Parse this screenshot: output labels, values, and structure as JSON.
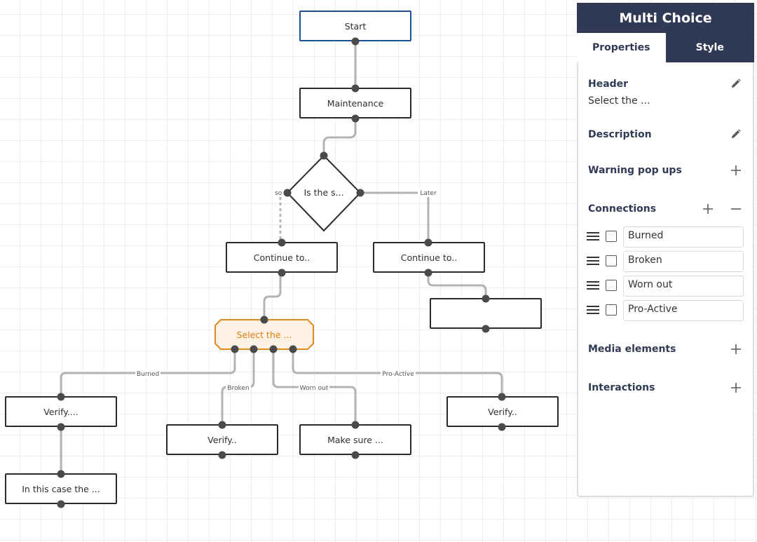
{
  "diagram": {
    "nodes": {
      "start": "Start",
      "maintenance": "Maintenance",
      "decision": "Is the s...",
      "continue_left": "Continue to..",
      "continue_right": "Continue to..",
      "empty_box": "",
      "select": "Select the ...",
      "verify_burned": "Verify....",
      "verify_broken": "Verify..",
      "make_sure": "Make sure ...",
      "verify_proactive": "Verify..",
      "in_this_case": "In this case the ..."
    },
    "edge_labels": {
      "so": "so",
      "later": "Later",
      "burned": "Burned",
      "broken": "Broken",
      "worn_out": "Worn out",
      "pro_active": "Pro-Active"
    }
  },
  "panel": {
    "title": "Multi Choice",
    "tabs": {
      "properties": "Properties",
      "style": "Style"
    },
    "header_label": "Header",
    "header_value": "Select the ...",
    "description_label": "Description",
    "warning_label": "Warning pop ups",
    "connections_label": "Connections",
    "connections": [
      "Burned",
      "Broken",
      "Worn out",
      "Pro-Active"
    ],
    "media_label": "Media elements",
    "interactions_label": "Interactions"
  },
  "colors": {
    "panel_header": "#303a55",
    "selected_node": "#e08a1e",
    "start_border": "#1e4f9c"
  }
}
